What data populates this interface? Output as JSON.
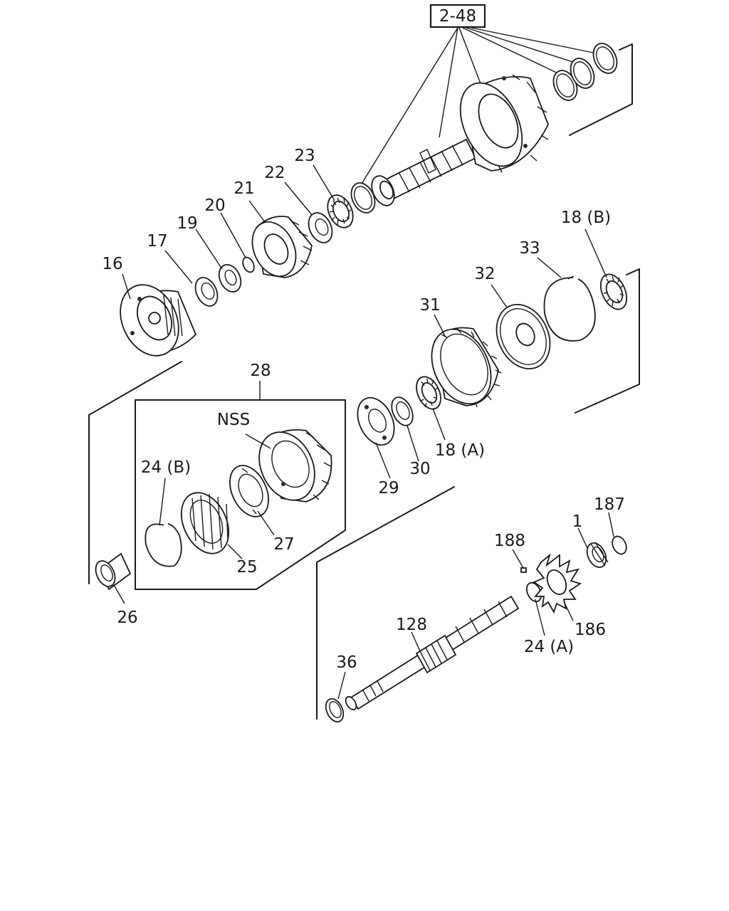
{
  "reference": {
    "text": "2-48"
  },
  "labels": {
    "p16": "16",
    "p17": "17",
    "p19": "19",
    "p20": "20",
    "p21": "21",
    "p22": "22",
    "p23": "23",
    "p18b": "18 (B)",
    "p33": "33",
    "p32": "32",
    "p31": "31",
    "p18a": "18 (A)",
    "p30": "30",
    "p29": "29",
    "p28": "28",
    "nss": "NSS",
    "p24b": "24 (B)",
    "p25": "25",
    "p27": "27",
    "p26": "26",
    "p188": "188",
    "p1": "1",
    "p187": "187",
    "p186": "186",
    "p24a": "24 (A)",
    "p128": "128",
    "p36": "36"
  }
}
